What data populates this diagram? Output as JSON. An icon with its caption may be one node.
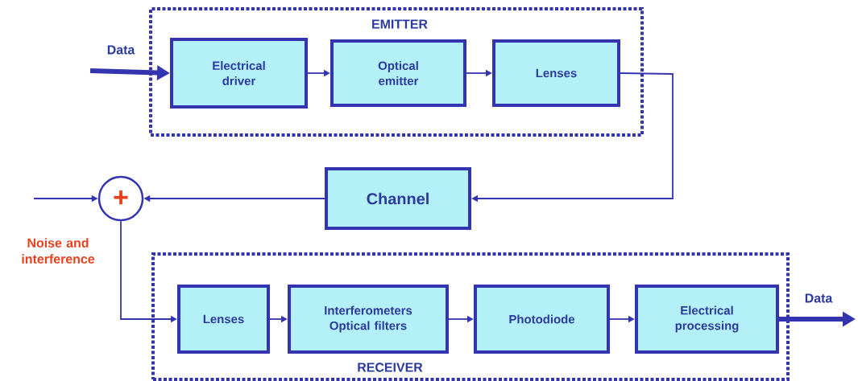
{
  "diagram": {
    "nodes": [
      {
        "text": [
          "EMITTER"
        ]
      },
      {
        "text": [
          "Electrical driver"
        ],
        "in": 0
      },
      {
        "text": [
          "Optical emitter"
        ],
        "in": 0
      },
      {
        "text": [
          "Lenses"
        ],
        "in": 0
      },
      {
        "text": [
          "Channel"
        ]
      },
      {
        "text": [
          "+"
        ]
      },
      {
        "text": [
          "RECEIVER"
        ]
      },
      {
        "text": [
          "Lenses"
        ],
        "in": 6
      },
      {
        "text": [
          "Interferometers Optical filters"
        ],
        "in": 6
      },
      {
        "text": [
          "Photodiode"
        ],
        "in": 6
      },
      {
        "text": [
          "Electrical processing"
        ],
        "in": 6
      }
    ],
    "edges": [
      {
        "from": null,
        "to": 1,
        "arrow": "to",
        "label": "Data",
        "style": "thick"
      },
      {
        "from": 1,
        "to": 2,
        "arrow": "to"
      },
      {
        "from": 2,
        "to": 3,
        "arrow": "to"
      },
      {
        "from": 3,
        "to": 4,
        "arrow": "to"
      },
      {
        "from": 4,
        "to": 5,
        "arrow": "to"
      },
      {
        "from": null,
        "to": 5,
        "arrow": "to",
        "label": "Noise and interference"
      },
      {
        "from": 5,
        "to": 7,
        "arrow": "to"
      },
      {
        "from": 7,
        "to": 8,
        "arrow": "to"
      },
      {
        "from": 8,
        "to": 9,
        "arrow": "to"
      },
      {
        "from": 9,
        "to": 10,
        "arrow": "to"
      },
      {
        "from": 10,
        "to": null,
        "arrow": "to",
        "label": "Data",
        "style": "thick"
      }
    ]
  }
}
